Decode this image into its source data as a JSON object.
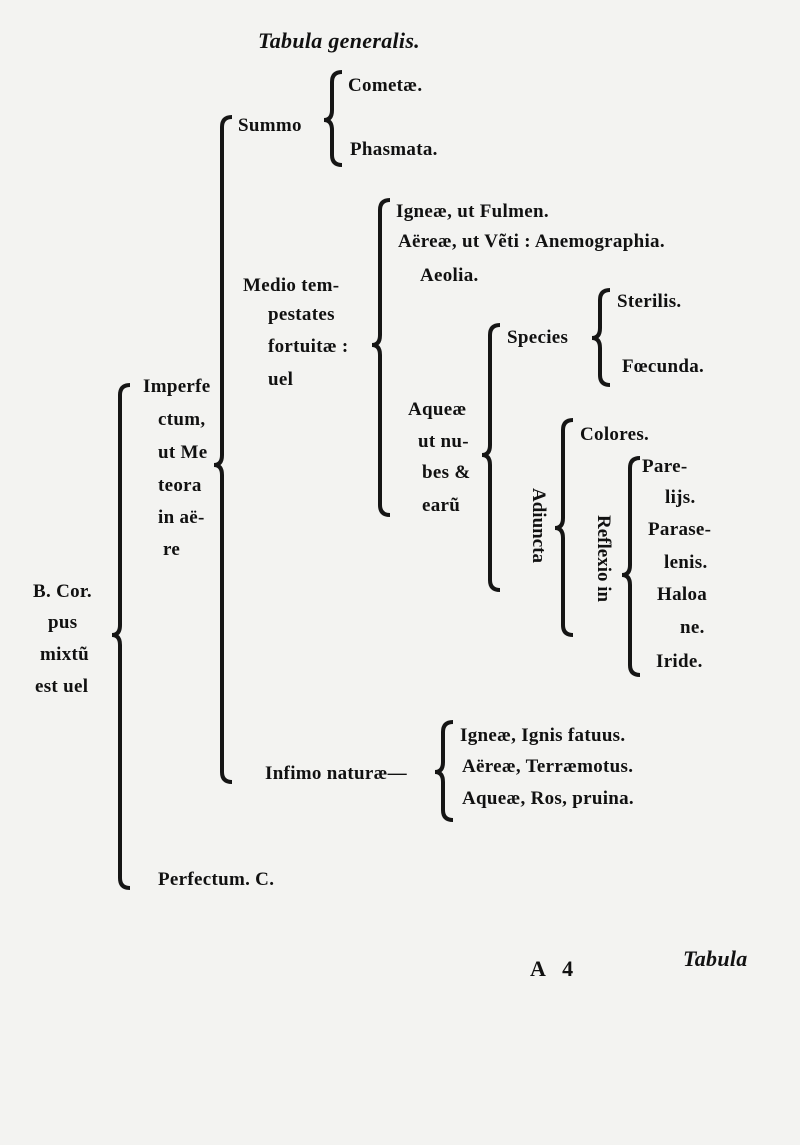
{
  "title": "Tabula generalis.",
  "root": [
    "B. Cor.",
    "pus",
    "mixtũ",
    "est uel"
  ],
  "imperfectum": [
    "Imperfe",
    "ctum,",
    "ut Me",
    "teora",
    "in aë-",
    "re"
  ],
  "perfectum": "Perfectum. C.",
  "summo": {
    "label": "Summo",
    "items": [
      "Cometæ.",
      "Phasmata."
    ]
  },
  "medio": {
    "label": [
      "Medio tem-",
      "pestates",
      "fortuitæ :",
      "uel"
    ],
    "ignea": "Igneæ, ut Fulmen.",
    "aerea": [
      "Aëreæ, ut Vẽti : Anemographia.",
      "Aeolia."
    ],
    "aquea": {
      "label": [
        "Aqueæ",
        "ut nu-",
        "bes &",
        "earũ"
      ],
      "species": {
        "label": "Species",
        "items": [
          "Sterilis.",
          "Fœcunda."
        ]
      },
      "adiuncta": {
        "label": "Adiuncta",
        "colores": "Colores.",
        "reflexio": {
          "label": "Reflexio in",
          "items": [
            "Pare-",
            "lijs.",
            "Parase-",
            "lenis.",
            "Haloa",
            "ne.",
            "Iride."
          ]
        }
      }
    }
  },
  "infimo": {
    "label": "Infimo naturæ—",
    "items": [
      "Igneæ, Ignis fatuus.",
      "Aëreæ, Terræmotus.",
      "Aqueæ, Ros, pruina."
    ]
  },
  "footer": {
    "signature": "A 4",
    "catchword": "Tabula"
  }
}
